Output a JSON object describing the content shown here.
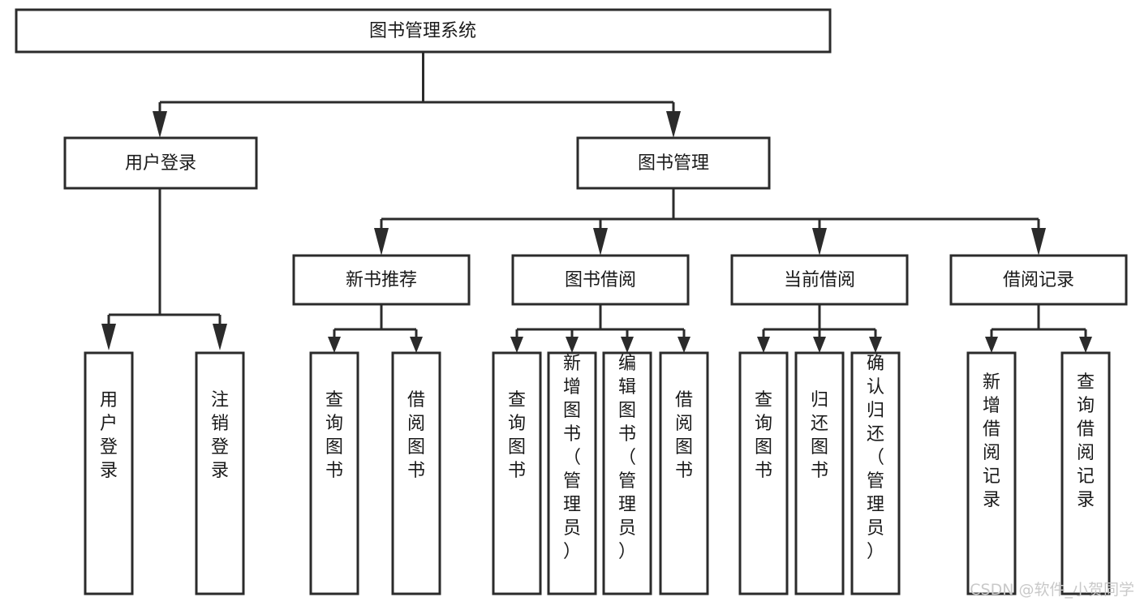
{
  "diagram": {
    "type": "tree-hierarchy-chart",
    "title": "图书管理系统",
    "orientation": "top-down",
    "colors": {
      "box_stroke": "#2b2b2b",
      "box_fill": "#ffffff",
      "connector": "#2b2b2b",
      "text": "#1a1a1a",
      "background": "#ffffff",
      "watermark": "#c9c9c9"
    },
    "root": {
      "label": "图书管理系统"
    },
    "level2": [
      {
        "label": "用户登录"
      },
      {
        "label": "图书管理"
      }
    ],
    "level3": [
      {
        "label": "新书推荐"
      },
      {
        "label": "图书借阅"
      },
      {
        "label": "当前借阅"
      },
      {
        "label": "借阅记录"
      }
    ],
    "leaves": {
      "user_login": [
        {
          "label": "用户登录"
        },
        {
          "label": "注销登录"
        }
      ],
      "new_book_recommend": [
        {
          "label": "查询图书"
        },
        {
          "label": "借阅图书"
        }
      ],
      "book_borrow": [
        {
          "label": "查询图书"
        },
        {
          "label": "新增图书（管理员）"
        },
        {
          "label": "编辑图书（管理员）"
        },
        {
          "label": "借阅图书"
        }
      ],
      "current_borrow": [
        {
          "label": "查询图书"
        },
        {
          "label": "归还图书"
        },
        {
          "label": "确认归还（管理员）"
        }
      ],
      "borrow_record": [
        {
          "label": "新增借阅记录"
        },
        {
          "label": "查询借阅记录"
        }
      ]
    }
  },
  "watermark": {
    "text": "CSDN @软件_小贺同学"
  }
}
